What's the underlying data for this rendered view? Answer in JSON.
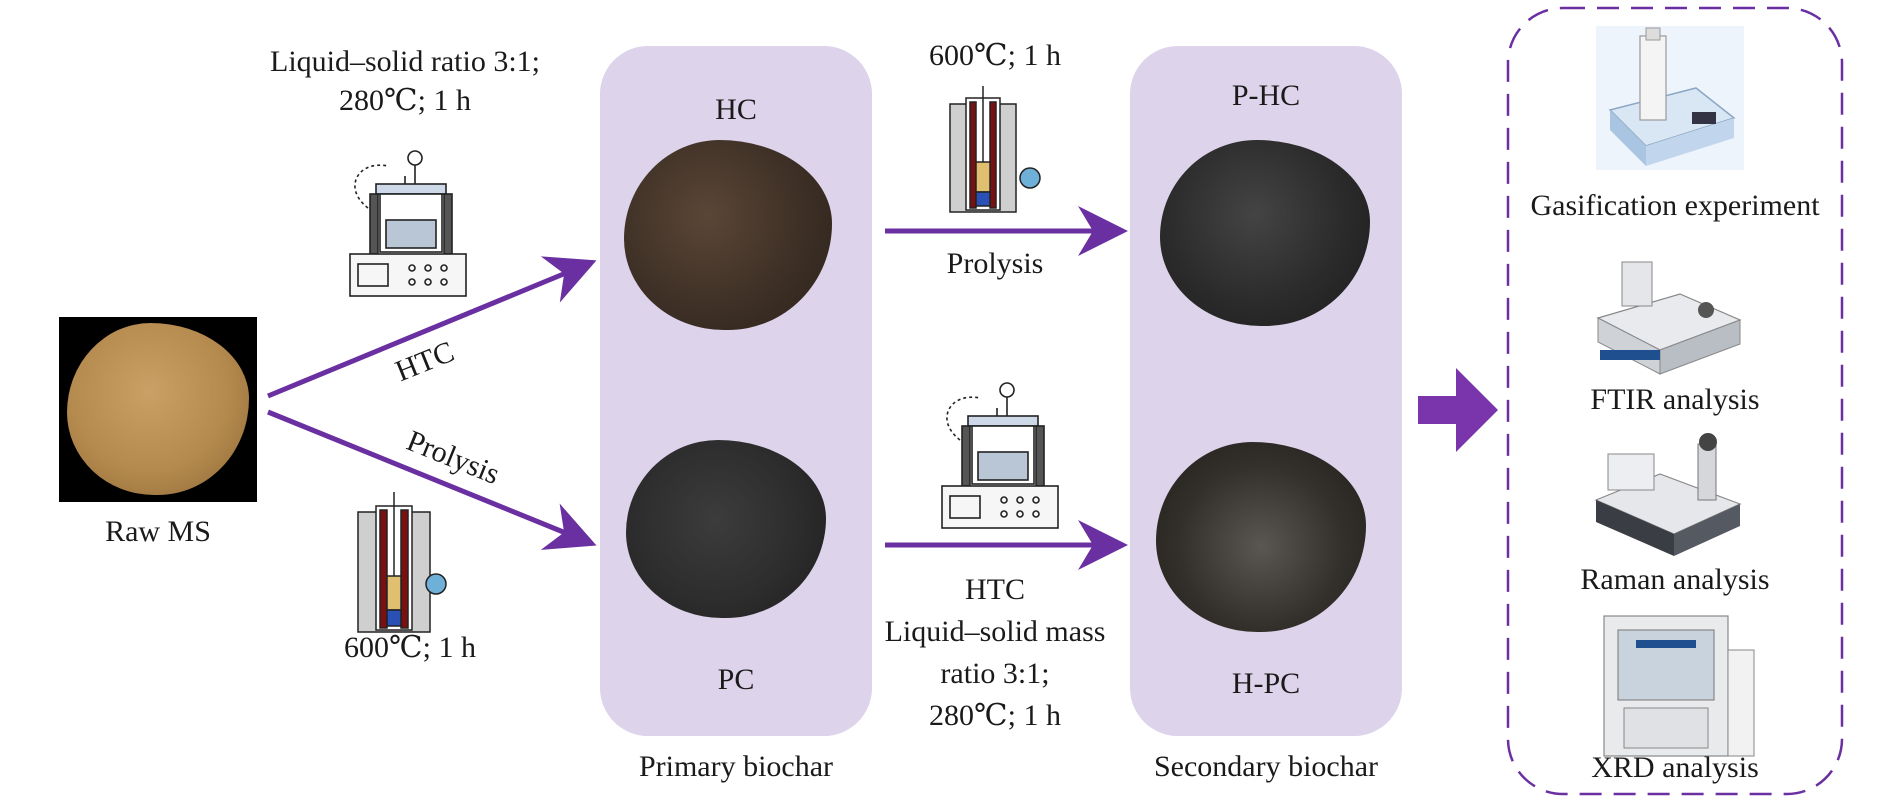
{
  "figure": {
    "raw_material": {
      "label": "Raw MS"
    },
    "htc_route": {
      "arrow_label": "HTC",
      "conditions_line1": "Liquid–solid ratio 3:1;",
      "conditions_line2": "280℃;  1 h"
    },
    "pyrolysis_route": {
      "arrow_label": "Prolysis",
      "conditions": "600℃; 1 h"
    },
    "primary_biochar": {
      "caption": "Primary biochar",
      "top_sample": "HC",
      "bottom_sample": "PC"
    },
    "second_step_top": {
      "conditions": "600℃; 1 h",
      "arrow_label": "Prolysis"
    },
    "second_step_bottom": {
      "line1": "HTC",
      "line2": "Liquid–solid mass",
      "line3": "ratio 3:1;",
      "line4": "280℃; 1 h"
    },
    "secondary_biochar": {
      "caption": "Secondary biochar",
      "top_sample": "P-HC",
      "bottom_sample": "H-PC"
    },
    "analyses": [
      {
        "label": "Gasification experiment",
        "icon": "gasification-instrument-icon"
      },
      {
        "label": "FTIR analysis",
        "icon": "ftir-spectrometer-icon"
      },
      {
        "label": "Raman analysis",
        "icon": "raman-microscope-icon"
      },
      {
        "label": "XRD analysis",
        "icon": "xrd-diffractometer-icon"
      }
    ],
    "colors": {
      "arrow": "#6a2fa0",
      "panel_fill": "#ddd3ea",
      "dashed_border": "#6a2fa0",
      "raw_ms_sample": "#b58a4e",
      "hc_sample": "#3e3026",
      "pc_sample": "#2d2d2d"
    }
  }
}
